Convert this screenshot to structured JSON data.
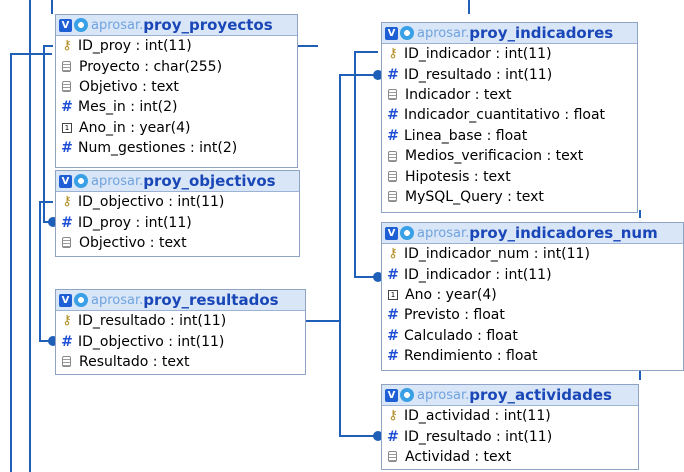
{
  "db_prefix": "aprosar.",
  "badge_letter": "V",
  "tables": {
    "proy_proyectos": {
      "name": "proy_proyectos",
      "fields": [
        {
          "icon": "key",
          "text": "ID_proy : int(11)"
        },
        {
          "icon": "text",
          "text": "Proyecto : char(255)"
        },
        {
          "icon": "text",
          "text": "Objetivo : text"
        },
        {
          "icon": "hash",
          "text": "Mes_in : int(2)"
        },
        {
          "icon": "date",
          "text": "Ano_in : year(4)"
        },
        {
          "icon": "hash",
          "text": "Num_gestiones : int(2)"
        }
      ]
    },
    "proy_objectivos": {
      "name": "proy_objectivos",
      "fields": [
        {
          "icon": "key",
          "text": "ID_objectivo : int(11)"
        },
        {
          "icon": "hash",
          "text": "ID_proy : int(11)"
        },
        {
          "icon": "text",
          "text": "Objectivo : text"
        }
      ]
    },
    "proy_resultados": {
      "name": "proy_resultados",
      "fields": [
        {
          "icon": "key",
          "text": "ID_resultado : int(11)"
        },
        {
          "icon": "hash",
          "text": "ID_objectivo : int(11)"
        },
        {
          "icon": "text",
          "text": "Resultado : text"
        }
      ]
    },
    "proy_indicadores": {
      "name": "proy_indicadores",
      "fields": [
        {
          "icon": "key",
          "text": "ID_indicador : int(11)"
        },
        {
          "icon": "hash",
          "text": "ID_resultado : int(11)"
        },
        {
          "icon": "text",
          "text": "Indicador : text"
        },
        {
          "icon": "hash",
          "text": "Indicador_cuantitativo : float"
        },
        {
          "icon": "hash",
          "text": "Linea_base : float"
        },
        {
          "icon": "text",
          "text": "Medios_verificacion : text"
        },
        {
          "icon": "text",
          "text": "Hipotesis : text"
        },
        {
          "icon": "text",
          "text": "MySQL_Query : text"
        }
      ]
    },
    "proy_indicadores_num": {
      "name": "proy_indicadores_num",
      "fields": [
        {
          "icon": "key",
          "text": "ID_indicador_num : int(11)"
        },
        {
          "icon": "hash",
          "text": "ID_indicador : int(11)"
        },
        {
          "icon": "date",
          "text": "Ano : year(4)"
        },
        {
          "icon": "hash",
          "text": "Previsto : float"
        },
        {
          "icon": "hash",
          "text": "Calculado : float"
        },
        {
          "icon": "hash",
          "text": "Rendimiento : float"
        }
      ]
    },
    "proy_actividades": {
      "name": "proy_actividades",
      "fields": [
        {
          "icon": "key",
          "text": "ID_actividad : int(11)"
        },
        {
          "icon": "hash",
          "text": "ID_resultado : int(11)"
        },
        {
          "icon": "text",
          "text": "Actividad : text"
        }
      ]
    }
  },
  "colors": {
    "header_bg": "#d9e6f7",
    "table_name": "#1a47b8",
    "db_prefix": "#6fa3de",
    "relation_line": "#1f5fb8",
    "badge": "#1f5fd6"
  }
}
